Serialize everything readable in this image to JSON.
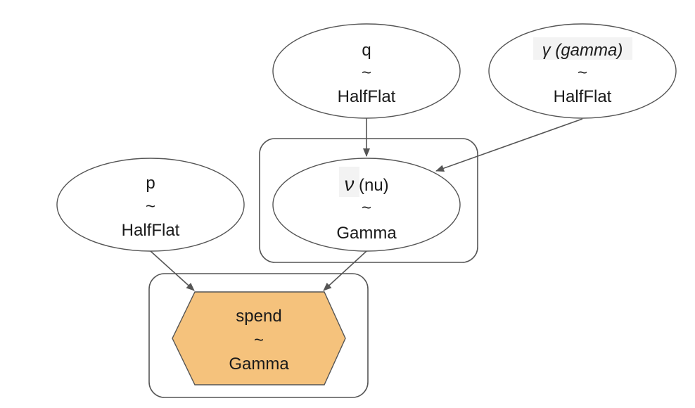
{
  "diagram": {
    "type": "probabilistic-graphical-model",
    "colors": {
      "observed_fill": "#f5c27c",
      "latent_fill": "#ffffff",
      "stroke": "#555555",
      "label_highlight": "#f3f3f3"
    },
    "nodes": {
      "q": {
        "name": "q",
        "tilde": "~",
        "dist": "HalfFlat",
        "shape": "ellipse",
        "observed": false
      },
      "gamma": {
        "name_symbol": "γ",
        "name_word": "(gamma)",
        "tilde": "~",
        "dist": "HalfFlat",
        "shape": "ellipse",
        "observed": false
      },
      "nu": {
        "name_symbol": "ν",
        "name_word": "(nu)",
        "tilde": "~",
        "dist": "Gamma",
        "shape": "ellipse",
        "observed": false
      },
      "p": {
        "name": "p",
        "tilde": "~",
        "dist": "HalfFlat",
        "shape": "ellipse",
        "observed": false
      },
      "spend": {
        "name": "spend",
        "tilde": "~",
        "dist": "Gamma",
        "shape": "hexagon",
        "observed": true
      }
    },
    "edges": [
      {
        "from": "q",
        "to": "nu"
      },
      {
        "from": "gamma",
        "to": "nu"
      },
      {
        "from": "p",
        "to": "spend"
      },
      {
        "from": "nu",
        "to": "spend"
      }
    ],
    "plates": [
      {
        "contains": [
          "nu"
        ],
        "label": ""
      },
      {
        "contains": [
          "spend"
        ],
        "label": ""
      }
    ]
  }
}
